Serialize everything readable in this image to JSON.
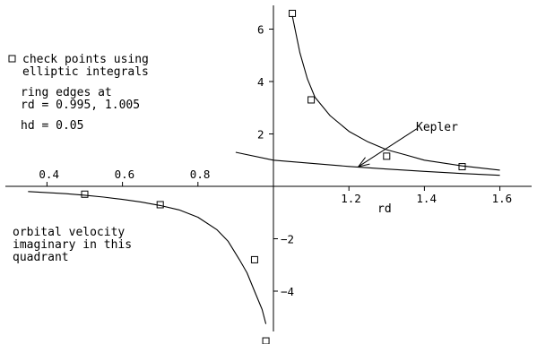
{
  "chart_data": {
    "type": "line",
    "axis_origin": [
      1.0,
      0.0
    ],
    "xlim": [
      0.33,
      1.7
    ],
    "ylim": [
      -5.3,
      6.7
    ],
    "x_ticks": [
      {
        "value": 0.4,
        "label": "0.4"
      },
      {
        "value": 0.6,
        "label": "0.6"
      },
      {
        "value": 0.8,
        "label": "0.8"
      },
      {
        "value": 1.2,
        "label": "1.2"
      },
      {
        "value": 1.4,
        "label": "1.4"
      },
      {
        "value": 1.6,
        "label": "1.6"
      }
    ],
    "y_ticks": [
      {
        "value": -4,
        "label": "−4"
      },
      {
        "value": -2,
        "label": "−2"
      },
      {
        "value": 2,
        "label": "2"
      },
      {
        "value": 4,
        "label": "4"
      },
      {
        "value": 6,
        "label": "6"
      }
    ],
    "xlabel": "rd",
    "series": [
      {
        "role": "ring-curve-left",
        "x": [
          0.35,
          0.45,
          0.5,
          0.55,
          0.6,
          0.65,
          0.7,
          0.75,
          0.8,
          0.85,
          0.88,
          0.91,
          0.93,
          0.95,
          0.97,
          0.98
        ],
        "y": [
          -0.2,
          -0.28,
          -0.34,
          -0.41,
          -0.5,
          -0.6,
          -0.73,
          -0.9,
          -1.18,
          -1.65,
          -2.1,
          -2.8,
          -3.3,
          -4.0,
          -4.7,
          -5.25
        ]
      },
      {
        "role": "ring-curve-right",
        "x": [
          1.05,
          1.07,
          1.09,
          1.11,
          1.15,
          1.2,
          1.25,
          1.3,
          1.35,
          1.4,
          1.5,
          1.6
        ],
        "y": [
          6.5,
          5.1,
          4.1,
          3.4,
          2.7,
          2.1,
          1.7,
          1.4,
          1.2,
          1.0,
          0.78,
          0.62
        ]
      },
      {
        "name": "Kepler",
        "x": [
          0.9,
          1.0,
          1.1,
          1.2,
          1.3,
          1.4,
          1.5,
          1.6
        ],
        "y": [
          1.3,
          1.0,
          0.88,
          0.76,
          0.66,
          0.57,
          0.49,
          0.42
        ]
      }
    ],
    "check_points": {
      "x": [
        0.5,
        0.7,
        0.95,
        0.98,
        1.05,
        1.1,
        1.3,
        1.5
      ],
      "y": [
        -0.3,
        -0.7,
        -2.8,
        -5.9,
        6.6,
        3.3,
        1.15,
        0.75
      ]
    },
    "annotations": {
      "legend_line1": "check points using",
      "legend_line2": "elliptic integrals",
      "ring_line1": "ring edges at",
      "ring_line2": "rd = 0.995, 1.005",
      "hd_text": "hd = 0.05",
      "orbital_line1": "orbital velocity",
      "orbital_line2": "imaginary in this",
      "orbital_line3": "quadrant",
      "kepler_label": "Kepler",
      "kepler_arrow_tail": [
        1.38,
        2.2
      ],
      "kepler_arrow_head": [
        1.225,
        0.75
      ]
    }
  }
}
